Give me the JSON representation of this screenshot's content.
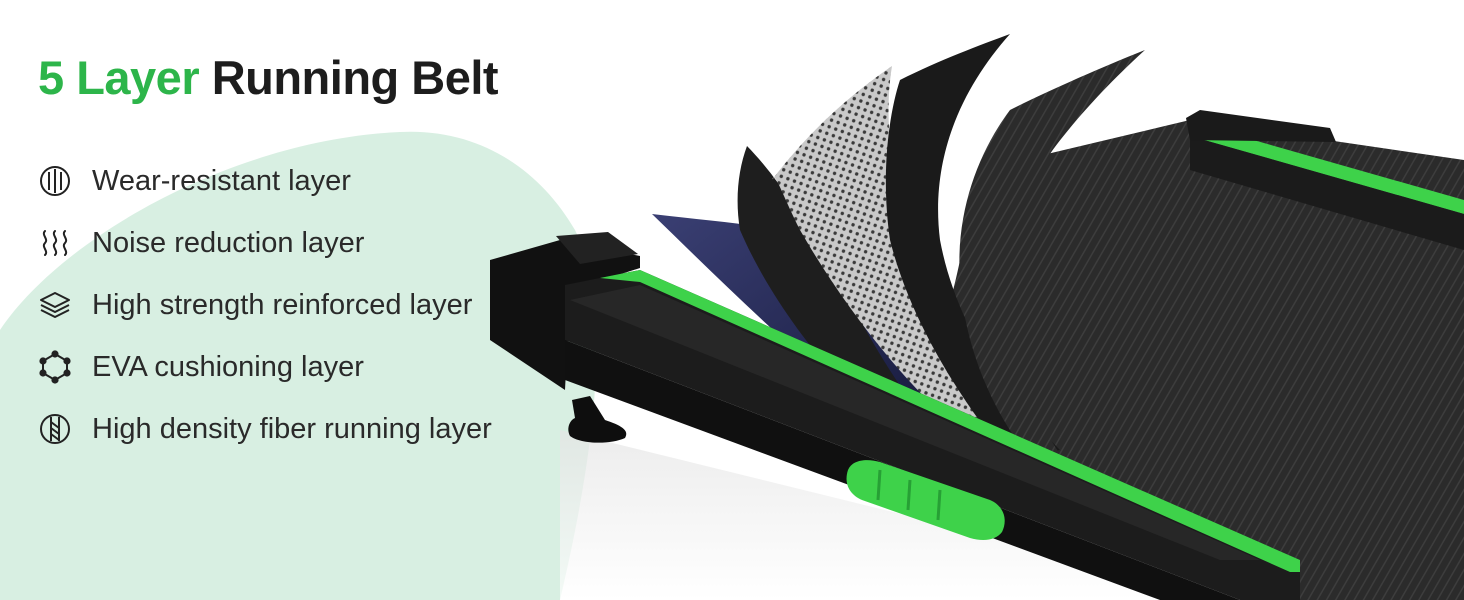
{
  "heading": {
    "accent": "5 Layer",
    "rest": "Running Belt"
  },
  "features": [
    {
      "icon": "wear-resistant-icon",
      "label": "Wear-resistant layer"
    },
    {
      "icon": "noise-waves-icon",
      "label": "Noise reduction layer"
    },
    {
      "icon": "layers-stack-icon",
      "label": "High strength reinforced layer"
    },
    {
      "icon": "hexagon-nodes-icon",
      "label": "EVA cushioning layer"
    },
    {
      "icon": "fiber-circle-icon",
      "label": "High density fiber running layer"
    }
  ],
  "colors": {
    "accent": "#2db54a",
    "blob": "#d8efe2",
    "belt": "#2b2b2b",
    "frame": "#161616",
    "trim": "#3ed24a"
  }
}
